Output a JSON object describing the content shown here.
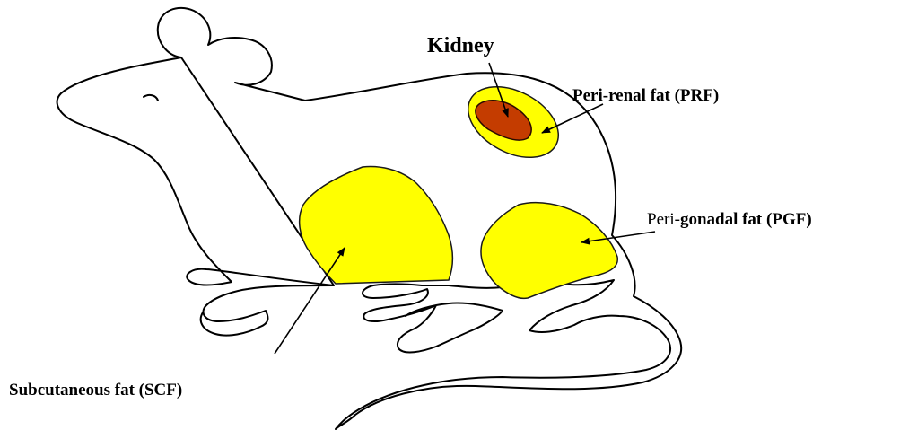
{
  "colors": {
    "fat": "#ffff00",
    "kidney": "#c43c00",
    "outline": "#000000",
    "background": "#ffffff"
  },
  "labels": {
    "kidney": "Kidney",
    "prf": "Peri-renal fat (PRF)",
    "pgf_prefix": "Peri-",
    "pgf_bold": "gonadal",
    "pgf_suffix": " fat (PGF)",
    "scf": "Subcutaneous fat (SCF)"
  }
}
